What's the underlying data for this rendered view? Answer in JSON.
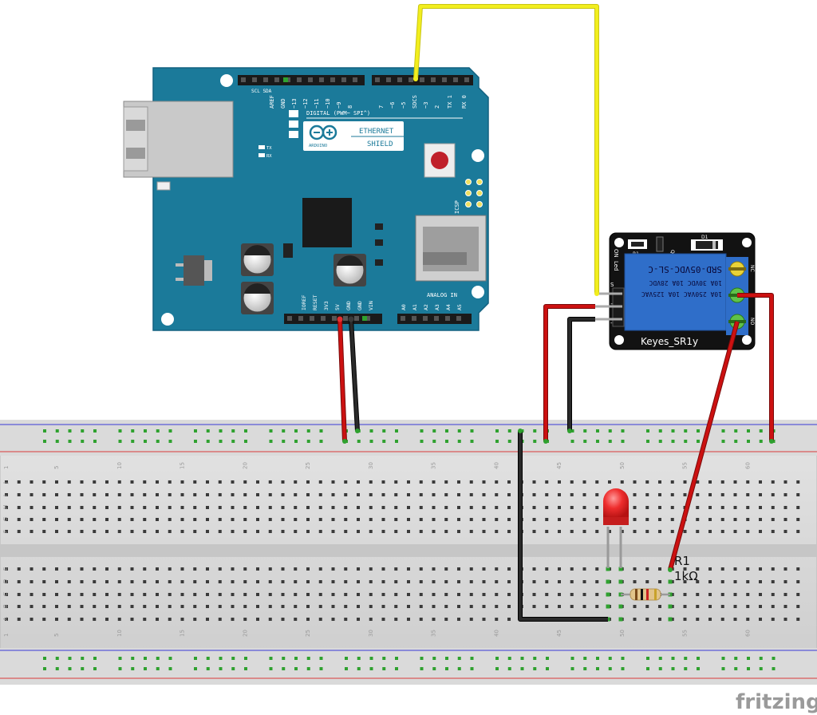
{
  "shield": {
    "top_pins_left": "SCL SDA",
    "aref": "AREF",
    "gnd": "GND",
    "p13": "~13",
    "p12": "~12",
    "p11": "~11",
    "p10": "~10",
    "p9": "~9",
    "p8": "8",
    "p7": "7",
    "p6": "~6",
    "p5": "~5",
    "p4": "SDCS",
    "p3": "~3",
    "p2": "2",
    "tx1": "TX 1",
    "rx0": "RX 0",
    "digital_label": "DIGITAL (PWM~ SPI^)",
    "logo_brand": "ARDUINO",
    "logo_line1": "ETHERNET",
    "logo_line2": "SHIELD",
    "tx_led": "TX",
    "rx_led": "RX",
    "icsp": "ICSP",
    "analog_in": "ANALOG IN",
    "power_pins": [
      "IOREF",
      "RESET",
      "3V3",
      "5V",
      "GND",
      "GND",
      "VIN"
    ],
    "analog_pins": [
      "A0",
      "A1",
      "A2",
      "A3",
      "A4",
      "A5"
    ]
  },
  "relay": {
    "model_line": "SRD-05VDC-SL-C",
    "rating1": "10A 250VAC  10A 125VAC",
    "rating2": "10A  30VDC  10A  28VDC",
    "name": "Keyes_SR1y",
    "r1": "R1",
    "q1": "Q1",
    "d1": "D1",
    "led": "Led",
    "on": "ON",
    "nc": "NC",
    "no": "NO",
    "s": "S",
    "plus": "+",
    "minus": "-"
  },
  "breadboard": {
    "col_numbers": [
      "1",
      "5",
      "10",
      "15",
      "20",
      "25",
      "30",
      "35",
      "40",
      "45",
      "50",
      "55",
      "60"
    ],
    "rows_top": [
      "J",
      "I",
      "H",
      "G",
      "F"
    ],
    "rows_bottom": [
      "E",
      "D",
      "C",
      "B",
      "A"
    ]
  },
  "resistor": {
    "name": "R1",
    "value": "1kΩ"
  },
  "watermark": "fritzing",
  "colors": {
    "shield": "#1b7a9a",
    "breadboard": "#d7d7d7",
    "hole_green": "#2fa12f",
    "wire_red": "#cc1111",
    "wire_black": "#1a1a1a",
    "wire_yellow": "#f2ee1e",
    "relay_blue": "#2f6ec9",
    "led_red": "#e8262b"
  }
}
